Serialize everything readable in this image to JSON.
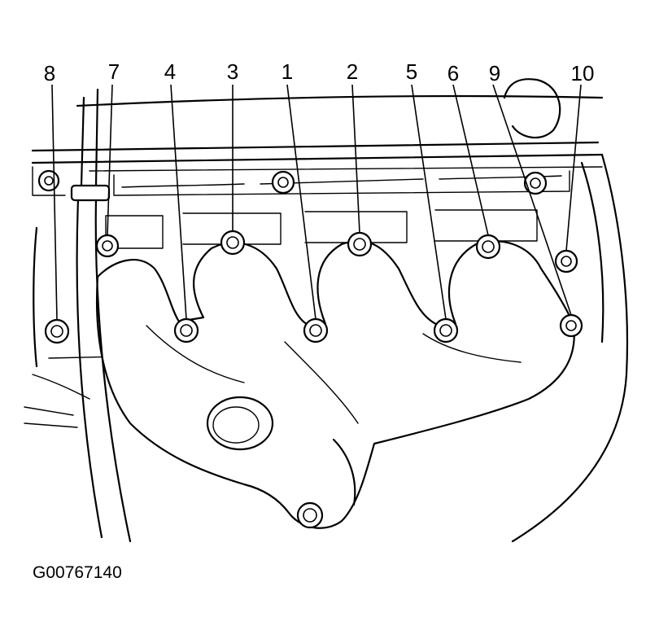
{
  "figure": {
    "id_label": "G00767140"
  },
  "callouts": [
    {
      "label": "8"
    },
    {
      "label": "7"
    },
    {
      "label": "4"
    },
    {
      "label": "3"
    },
    {
      "label": "1"
    },
    {
      "label": "2"
    },
    {
      "label": "5"
    },
    {
      "label": "6"
    },
    {
      "label": "9"
    },
    {
      "label": "10"
    }
  ]
}
